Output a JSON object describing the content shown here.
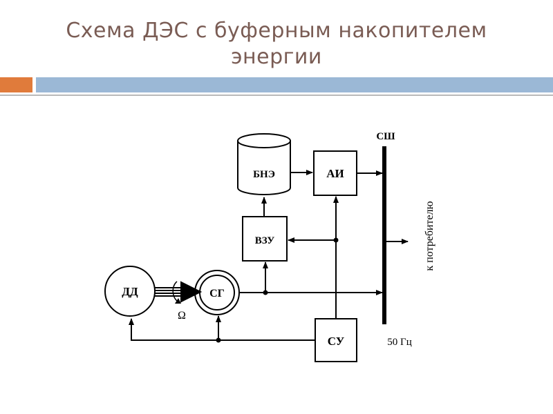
{
  "slide": {
    "title_line1": "Схема ДЭС с буферным накопителем",
    "title_line2": "энергии"
  },
  "diagram": {
    "nodes": {
      "bne": "БНЭ",
      "ai": "АИ",
      "vzu": "ВЗУ",
      "dd": "ДД",
      "sg": "СГ",
      "su": "СУ",
      "bus": "СШ"
    },
    "labels": {
      "omega": "Ω",
      "frequency": "50 Гц",
      "consumer": "к потребителю"
    }
  }
}
